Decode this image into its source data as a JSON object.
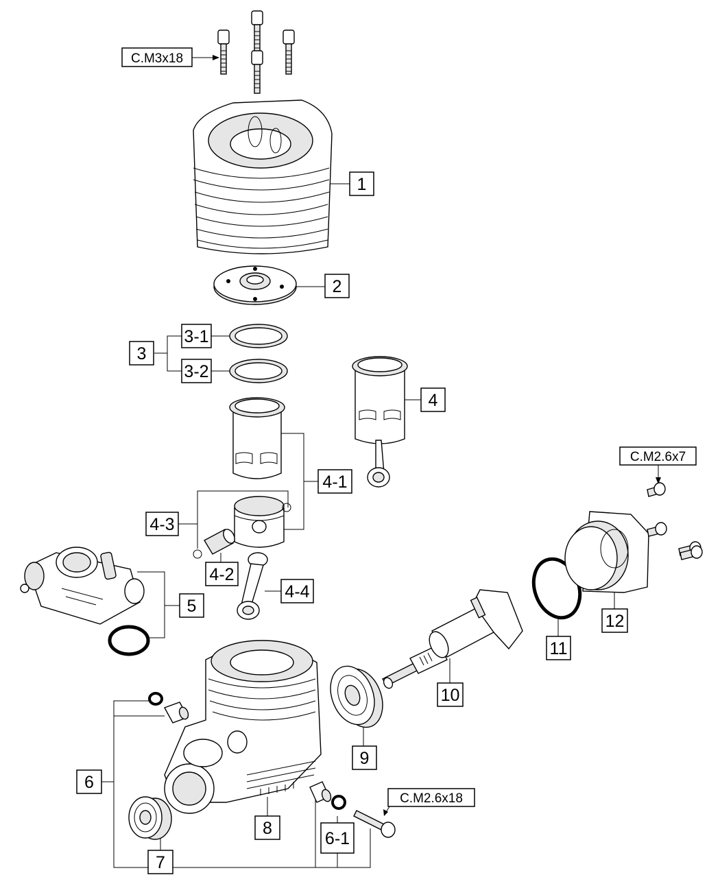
{
  "labels": {
    "p1": "1",
    "p2": "2",
    "p3": "3",
    "p3_1": "3-1",
    "p3_2": "3-2",
    "p4": "4",
    "p4_1": "4-1",
    "p4_2": "4-2",
    "p4_3": "4-3",
    "p4_4": "4-4",
    "p5": "5",
    "p6": "6",
    "p6_1": "6-1",
    "p7": "7",
    "p8": "8",
    "p9": "9",
    "p10": "10",
    "p11": "11",
    "p12": "12",
    "screw_head": "C.M3x18",
    "screw_cover": "C.M2.6x7",
    "screw_carb": "C.M2.6x18"
  },
  "icons": {
    "cylinder_head": "cooling-head-icon",
    "head_button": "head-button-icon",
    "gasket": "shim-ring-icon",
    "sleeve": "cylinder-sleeve-icon",
    "piston": "piston-icon",
    "conrod": "connecting-rod-icon",
    "carburetor": "carburetor-icon",
    "crankcase": "crankcase-icon",
    "bearing": "ball-bearing-icon",
    "crankshaft": "crankshaft-icon",
    "oring": "o-ring-icon",
    "backplate": "back-cover-icon",
    "screw": "cap-screw-icon",
    "fitting": "nipple-fitting-icon"
  },
  "colors": {
    "line": "#000000",
    "fill": "#ffffff",
    "shade": "#e6e6e6"
  }
}
